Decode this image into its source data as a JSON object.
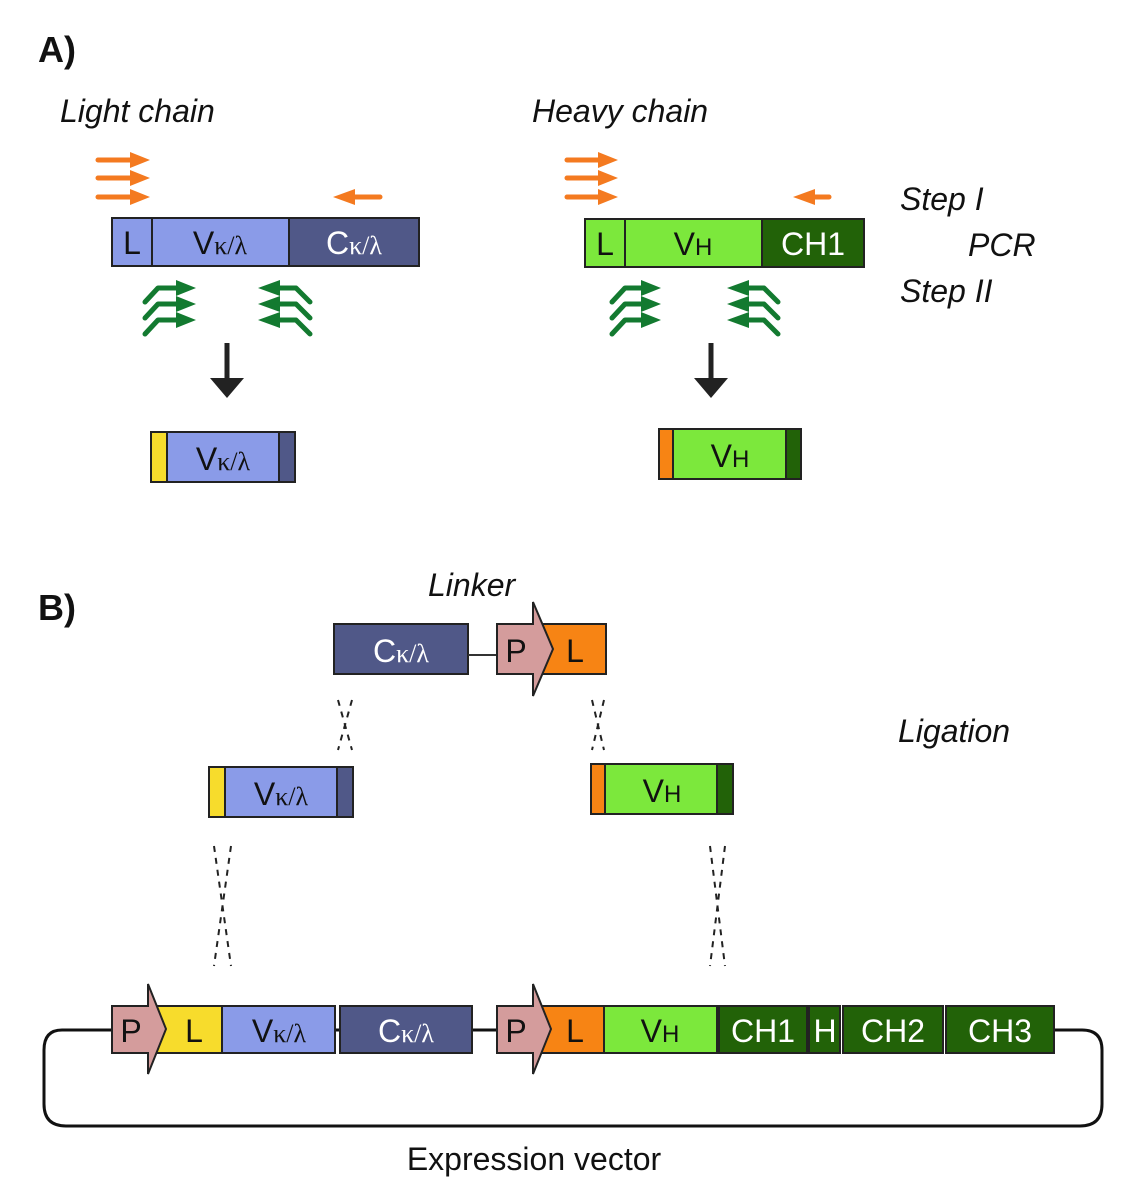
{
  "panels": {
    "a": {
      "label": "A)",
      "light_chain_title": "Light chain",
      "heavy_chain_title": "Heavy chain",
      "step1": "Step I",
      "pcr": "PCR",
      "step2": "Step II",
      "light_segments": {
        "leader": "L",
        "variable_main": "V",
        "variable_sub": "κ/λ",
        "constant_main": "C",
        "constant_sub": "κ/λ"
      },
      "heavy_segments": {
        "leader": "L",
        "variable_main": "V",
        "variable_sub": "H",
        "ch1": "CH1"
      },
      "light_product": {
        "main": "V",
        "sub": "κ/λ"
      },
      "heavy_product": {
        "main": "V",
        "sub": "H"
      }
    },
    "b": {
      "label": "B)",
      "linker_title": "Linker",
      "ligation": "Ligation",
      "linker_constant": {
        "main": "C",
        "sub": "κ/λ"
      },
      "linker_promoter": "P",
      "linker_leader": "L",
      "light_fragment": {
        "main": "V",
        "sub": "κ/λ"
      },
      "heavy_fragment": {
        "main": "V",
        "sub": "H"
      },
      "vector": {
        "caption": "Expression vector",
        "promoter1": "P",
        "leader1": "L",
        "vlight": {
          "main": "V",
          "sub": "κ/λ"
        },
        "clight": {
          "main": "C",
          "sub": "κ/λ"
        },
        "promoter2": "P",
        "leader2": "L",
        "vheavy": {
          "main": "V",
          "sub": "H"
        },
        "ch1": "CH1",
        "hinge": "H",
        "ch2": "CH2",
        "ch3": "CH3"
      }
    }
  },
  "colors": {
    "light_variable": "#8a9be8",
    "light_constant": "#505888",
    "heavy_variable": "#7ce83c",
    "heavy_constant": "#226208",
    "leader_yellow": "#f7dc2c",
    "leader_orange": "#f78414",
    "promoter": "#d49c9c",
    "primer_orange": "#f47a20",
    "primer_green": "#137a30"
  }
}
